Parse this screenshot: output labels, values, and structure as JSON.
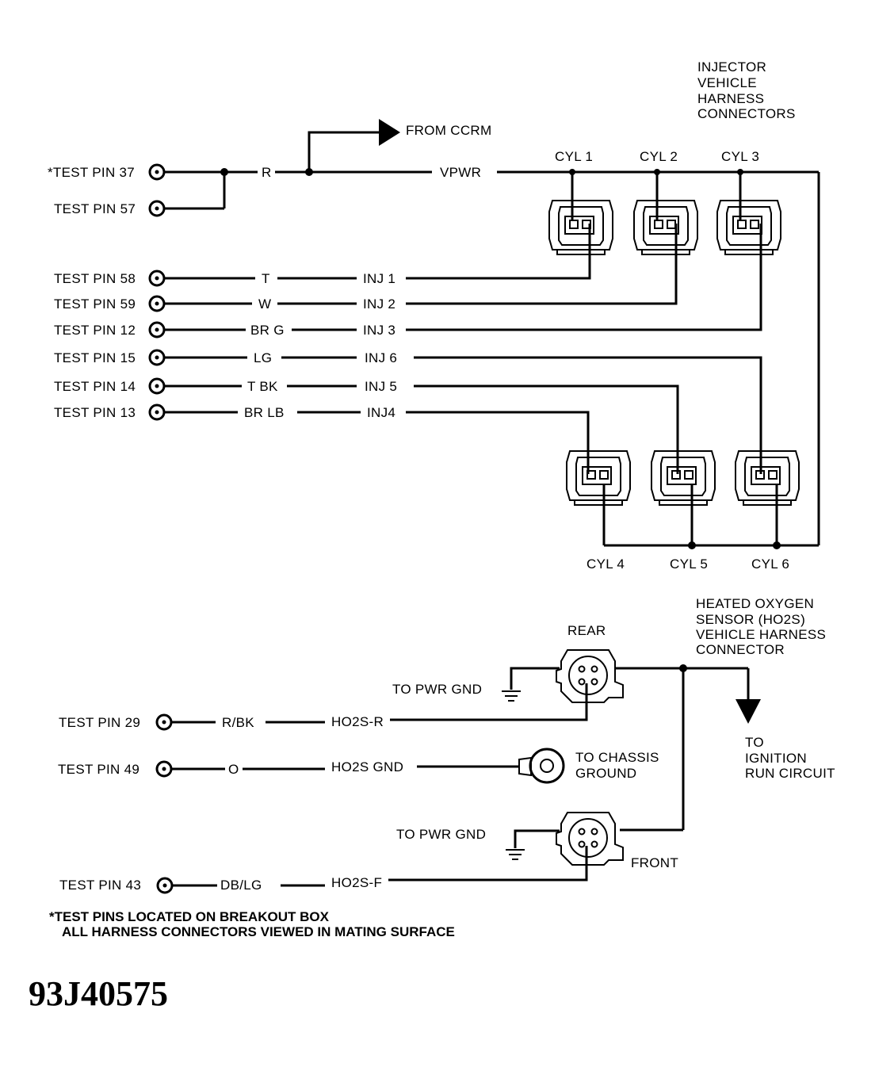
{
  "injector_header": [
    "INJECTOR",
    "VEHICLE",
    "HARNESS",
    "CONNECTORS"
  ],
  "from_ccrm": "FROM CCRM",
  "vpwr": "VPWR",
  "cyl_top": [
    "CYL 1",
    "CYL 2",
    "CYL 3"
  ],
  "cyl_bottom": [
    "CYL 4",
    "CYL 5",
    "CYL 6"
  ],
  "power_pins": [
    {
      "pin": "*TEST PIN 37",
      "color": "R"
    },
    {
      "pin": "TEST PIN 57"
    }
  ],
  "injector_pins": [
    {
      "pin": "TEST PIN 58",
      "color": "T",
      "signal": "INJ 1"
    },
    {
      "pin": "TEST PIN 59",
      "color": "W",
      "signal": "INJ 2"
    },
    {
      "pin": "TEST PIN 12",
      "color": "BR G",
      "signal": "INJ 3"
    },
    {
      "pin": "TEST PIN 15",
      "color": "LG",
      "signal": "INJ 6"
    },
    {
      "pin": "TEST PIN 14",
      "color": "T BK",
      "signal": "INJ 5"
    },
    {
      "pin": "TEST PIN 13",
      "color": "BR LB",
      "signal": "INJ4"
    }
  ],
  "ho2s_header": [
    "HEATED OXYGEN",
    "SENSOR (HO2S)",
    "VEHICLE HARNESS",
    "CONNECTOR"
  ],
  "rear": "REAR",
  "front": "FRONT",
  "to_pwr_gnd": "TO PWR GND",
  "to_chassis_ground": [
    "TO  CHASSIS",
    "GROUND"
  ],
  "to_ignition": [
    "TO",
    "IGNITION",
    "RUN CIRCUIT"
  ],
  "ho2s_pins": [
    {
      "pin": "TEST PIN 29",
      "color": "R/BK",
      "signal": "HO2S-R"
    },
    {
      "pin": "TEST PIN 49",
      "color": "O",
      "signal": "HO2S GND"
    },
    {
      "pin": "TEST PIN 43",
      "color": "DB/LG",
      "signal": "HO2S-F"
    }
  ],
  "notes": [
    "*TEST PINS LOCATED ON BREAKOUT BOX",
    "ALL HARNESS CONNECTORS VIEWED IN MATING SURFACE"
  ],
  "figure_id": "93J40575"
}
